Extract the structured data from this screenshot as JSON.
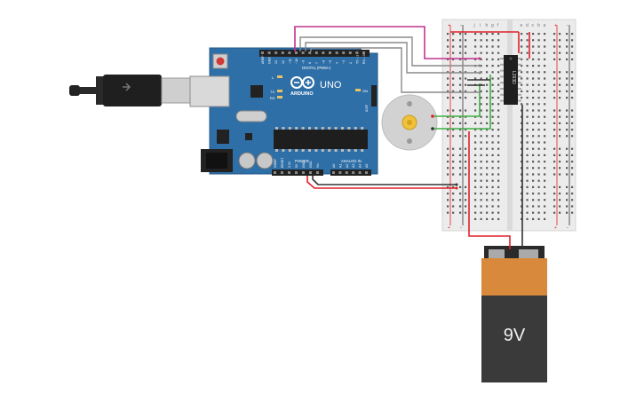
{
  "arduino": {
    "brand": "ARDUINO",
    "model": "UNO",
    "digital_header_label": "DIGITAL (PWM~)",
    "power_header_label": "POWER",
    "analog_header_label": "ANALOG IN",
    "led_labels": [
      "L",
      "TX",
      "RX"
    ],
    "top_pin_labels": [
      "AREF",
      "GND",
      "13",
      "12",
      "~11",
      "~10",
      "~9",
      "8",
      "7",
      "~6",
      "~5",
      "4",
      "~3",
      "2",
      "TX→1",
      "RX←0"
    ],
    "power_pin_labels": [
      "IOREF",
      "RESET",
      "3.3V",
      "5V",
      "GND",
      "GND",
      "Vin"
    ],
    "analog_pin_labels": [
      "A0",
      "A1",
      "A2",
      "A3",
      "A4",
      "A5"
    ],
    "on_label": "ON",
    "icsp_label": "ICSP"
  },
  "breadboard": {
    "column_letters_top": [
      "j",
      "i",
      "h",
      "g",
      "f",
      "e",
      "d",
      "c",
      "b",
      "a"
    ],
    "rail_signs": [
      "+",
      "-",
      "+",
      "-"
    ]
  },
  "ic": {
    "label": "L293D"
  },
  "battery": {
    "label": "9V"
  },
  "colors": {
    "board_blue": "#2f6fa7",
    "wire_red": "#e0202a",
    "wire_black": "#333333",
    "wire_green": "#3cb043",
    "wire_magenta": "#c2338f",
    "wire_gray": "#8a8a8a",
    "battery_orange": "#d9893b",
    "battery_body": "#3a3a3a"
  }
}
